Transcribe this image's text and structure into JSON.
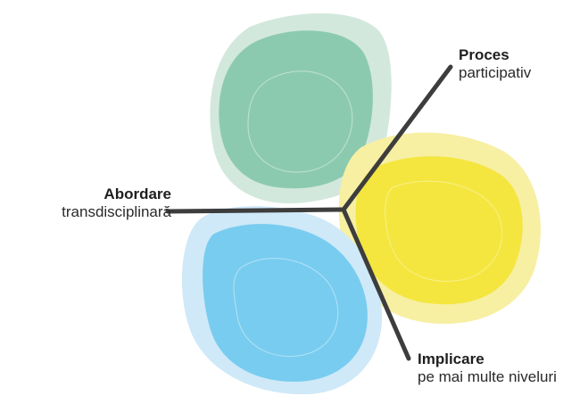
{
  "colors": {
    "green_outer": "#d3e8dd",
    "green_inner": "#8ccab0",
    "yellow_outer": "#f7efa2",
    "yellow_inner": "#f4e63f",
    "blue_outer": "#cfe9f8",
    "blue_inner": "#78ccef",
    "lines": "#3d3d3d"
  },
  "labels": {
    "proces": {
      "title": "Proces",
      "subtitle": "participativ"
    },
    "abordare": {
      "title": "Abordare",
      "subtitle": "transdisciplinară"
    },
    "implicare": {
      "title": "Implicare",
      "subtitle": "pe mai multe niveluri"
    }
  }
}
